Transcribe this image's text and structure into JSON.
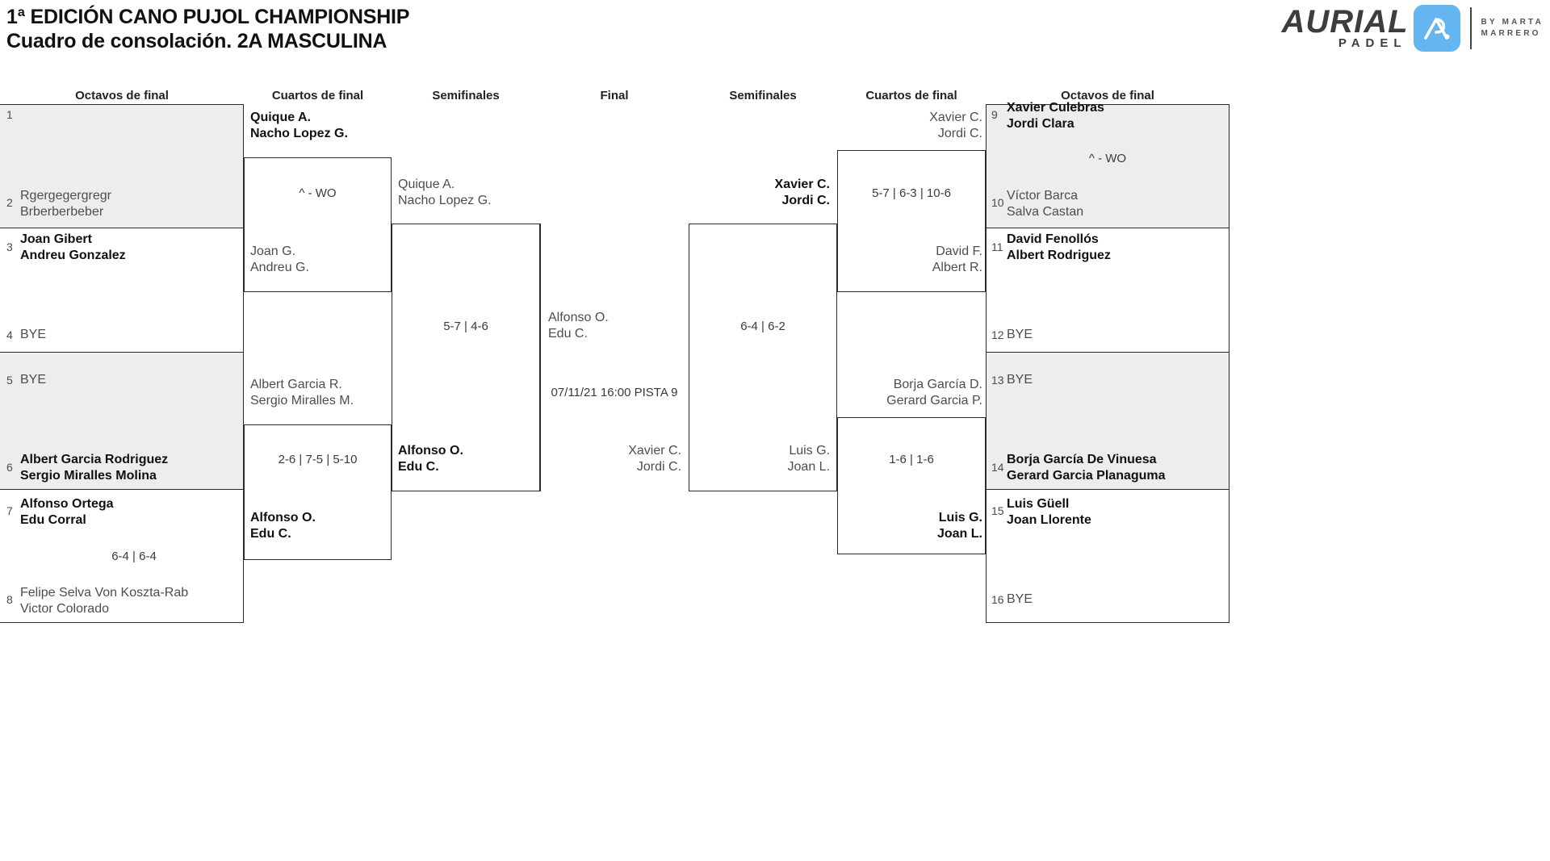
{
  "header": {
    "title_line1": "1ª EDICIÓN CANO PUJOL CHAMPIONSHIP",
    "title_line2": "Cuadro de consolación. 2A MASCULINA",
    "logo": {
      "brand": "AURIAL",
      "sub": "PADEL",
      "by_line1": "BY  MARTA",
      "by_line2": "MARRERO",
      "accent_color": "#64b5f0"
    }
  },
  "round_headings": {
    "left_r16": "Octavos de final",
    "left_qf": "Cuartos de final",
    "left_sf": "Semifinales",
    "final": "Final",
    "right_sf": "Semifinales",
    "right_qf": "Cuartos de final",
    "right_r16": "Octavos de final"
  },
  "left": {
    "r16": [
      {
        "seed": "1",
        "lines": [
          "",
          ""
        ],
        "winner": false
      },
      {
        "seed": "2",
        "lines": [
          "Rgergegergregr",
          "Brberberbeber"
        ],
        "winner": false
      },
      {
        "seed": "3",
        "lines": [
          "Joan Gibert",
          "Andreu Gonzalez"
        ],
        "winner": true
      },
      {
        "seed": "4",
        "lines": [
          "BYE",
          ""
        ],
        "winner": false
      },
      {
        "seed": "5",
        "lines": [
          "BYE",
          ""
        ],
        "winner": false
      },
      {
        "seed": "6",
        "lines": [
          "Albert Garcia Rodriguez",
          "Sergio Miralles Molina"
        ],
        "winner": true
      },
      {
        "seed": "7",
        "lines": [
          "Alfonso Ortega",
          "Edu Corral"
        ],
        "winner": true
      },
      {
        "seed": "8",
        "lines": [
          "Felipe Selva Von Koszta-Rab",
          "Victor Colorado"
        ],
        "winner": false
      }
    ],
    "r16_scores": [
      "",
      "",
      "6-4 | 6-4"
    ],
    "qf": [
      {
        "lines": [
          "Quique A.",
          "Nacho Lopez G."
        ],
        "winner": true
      },
      {
        "lines": [
          "Joan G.",
          "Andreu G."
        ],
        "winner": false
      },
      {
        "lines": [
          "Albert Garcia R.",
          "Sergio Miralles M."
        ],
        "winner": false
      },
      {
        "lines": [
          "Alfonso O.",
          "Edu C."
        ],
        "winner": true
      }
    ],
    "qf_scores": [
      "^ - WO",
      "2-6 | 7-5 | 5-10"
    ],
    "sf": [
      {
        "lines": [
          "Quique A.",
          "Nacho Lopez G."
        ],
        "winner": false
      },
      {
        "lines": [
          "Alfonso O.",
          "Edu C."
        ],
        "winner": true
      }
    ],
    "sf_score": "5-7 | 4-6"
  },
  "final": {
    "top": {
      "lines": [
        "Alfonso O.",
        "Edu C."
      ],
      "winner": false
    },
    "bottom": {
      "lines": [
        "Xavier C.",
        "Jordi C."
      ],
      "winner": false
    },
    "schedule": "07/11/21 16:00 PISTA 9"
  },
  "right": {
    "sf": [
      {
        "lines": [
          "Xavier C.",
          "Jordi C."
        ],
        "winner": true
      },
      {
        "lines": [
          "Luis G.",
          "Joan L."
        ],
        "winner": false
      }
    ],
    "sf_score": "6-4 | 6-2",
    "qf": [
      {
        "lines": [
          "Xavier C.",
          "Jordi C."
        ],
        "winner": false
      },
      {
        "lines": [
          "David F.",
          "Albert R."
        ],
        "winner": false
      },
      {
        "lines": [
          "Borja García D.",
          "Gerard Garcia P."
        ],
        "winner": false
      },
      {
        "lines": [
          "Luis G.",
          "Joan L."
        ],
        "winner": true
      }
    ],
    "qf_scores": [
      "5-7 | 6-3 | 10-6",
      "1-6 | 1-6"
    ],
    "r16": [
      {
        "seed": "9",
        "lines": [
          "Xavier Culebras",
          "Jordi Clara"
        ],
        "winner": true
      },
      {
        "seed": "10",
        "lines": [
          "Víctor Barca",
          "Salva Castan"
        ],
        "winner": false
      },
      {
        "seed": "11",
        "lines": [
          "David Fenollós",
          "Albert Rodriguez"
        ],
        "winner": true
      },
      {
        "seed": "12",
        "lines": [
          "BYE",
          ""
        ],
        "winner": false
      },
      {
        "seed": "13",
        "lines": [
          "BYE",
          ""
        ],
        "winner": false
      },
      {
        "seed": "14",
        "lines": [
          "Borja García De Vinuesa",
          "Gerard Garcia Planaguma"
        ],
        "winner": true
      },
      {
        "seed": "15",
        "lines": [
          "Luis Güell",
          "Joan Llorente"
        ],
        "winner": true
      },
      {
        "seed": "16",
        "lines": [
          "BYE",
          ""
        ],
        "winner": false
      }
    ],
    "r16_scores": [
      "^ - WO",
      "",
      "",
      ""
    ]
  }
}
